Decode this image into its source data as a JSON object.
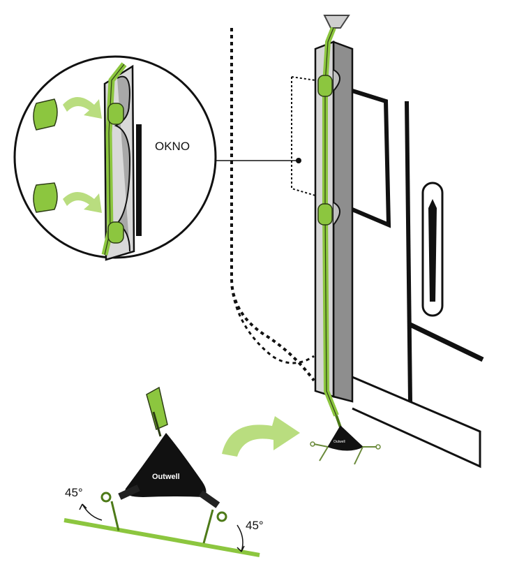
{
  "labels": {
    "window_label": "OKNO",
    "brand_logo": "Outwell",
    "brand_logo_small": "Outwell",
    "angle_left": "45°",
    "angle_right": "45°"
  },
  "colors": {
    "green": "#8cc63f",
    "green_dark": "#4d7a18",
    "grey_light": "#d7d7d7",
    "grey_mid": "#9a9a9a",
    "black": "#111111"
  }
}
